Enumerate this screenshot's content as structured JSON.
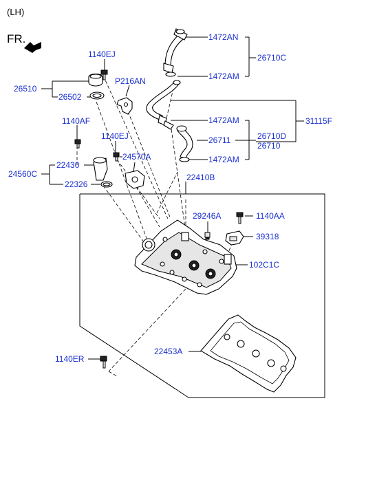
{
  "header": {
    "side": "(LH)",
    "front_marker": "FR."
  },
  "labels": {
    "p1472AN": "1472AN",
    "p26710C": "26710C",
    "p1472AM_a": "1472AM",
    "p1140EJ_a": "1140EJ",
    "p26510": "26510",
    "p26502": "26502",
    "pP216AN": "P216AN",
    "p31115F": "31115F",
    "p1472AM_b": "1472AM",
    "p1140AF": "1140AF",
    "p1140EJ_b": "1140EJ",
    "p26711": "26711",
    "p26710D": "26710D",
    "p26710": "26710",
    "p24570A": "24570A",
    "p1472AM_c": "1472AM",
    "p22430": "22430",
    "p24560C": "24560C",
    "p22326": "22326",
    "p22410B": "22410B",
    "p29246A": "29246A",
    "p1140AA": "1140AA",
    "p39318": "39318",
    "p102C1C": "102C1C",
    "p22453A": "22453A",
    "p1140ER": "1140ER"
  }
}
